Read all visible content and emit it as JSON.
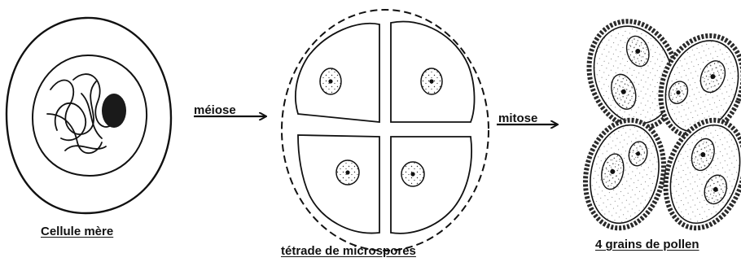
{
  "labels": {
    "mother_cell": "Cellule mère",
    "tetrad": "tétrade de microspores",
    "pollen": "4 grains de pollen",
    "meiosis": "méiose",
    "mitosis": "mitose"
  },
  "colors": {
    "ink": "#111111",
    "nucleolus": "#1a1a1a",
    "pollen_coat": "#2a2a2a"
  }
}
